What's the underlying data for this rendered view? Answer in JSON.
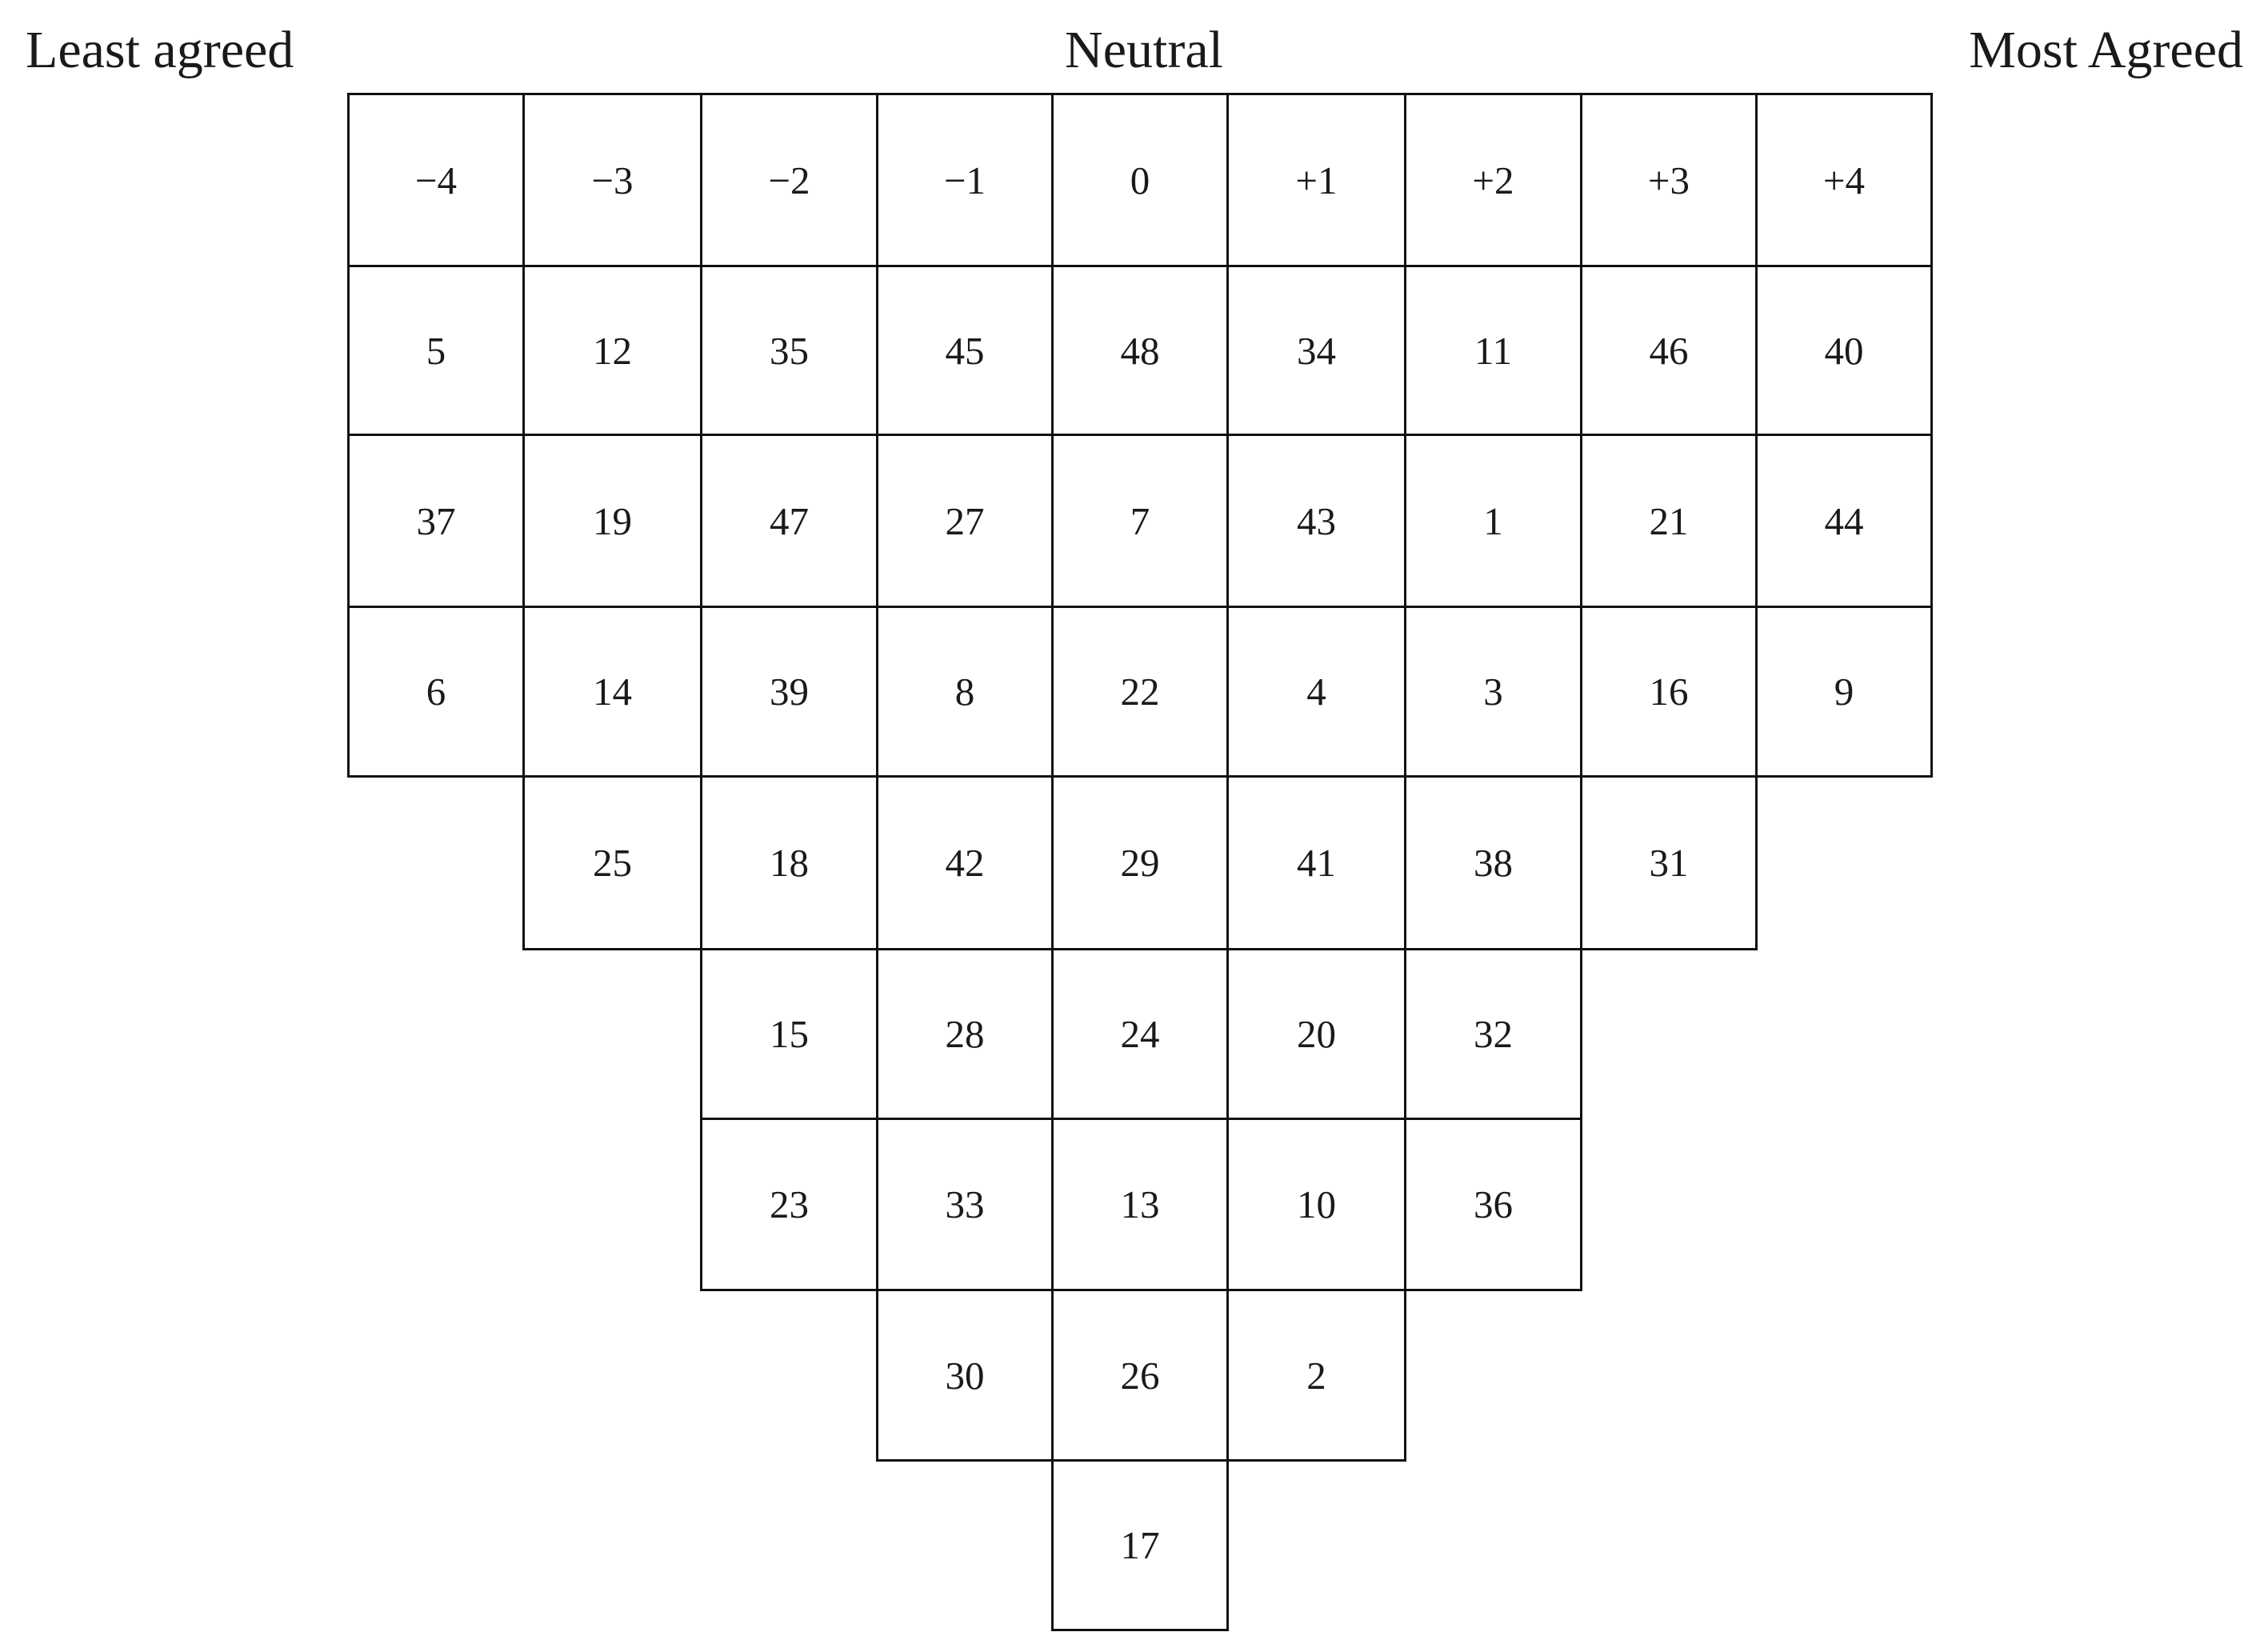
{
  "labels": {
    "least": "Least agreed",
    "neutral": "Neutral",
    "most": "Most Agreed"
  },
  "columns": [
    {
      "score": "−4",
      "items": [
        "5",
        "37",
        "6"
      ]
    },
    {
      "score": "−3",
      "items": [
        "12",
        "19",
        "14",
        "25"
      ]
    },
    {
      "score": "−2",
      "items": [
        "35",
        "47",
        "39",
        "18",
        "15",
        "23"
      ]
    },
    {
      "score": "−1",
      "items": [
        "45",
        "27",
        "8",
        "42",
        "28",
        "33",
        "30"
      ]
    },
    {
      "score": "0",
      "items": [
        "48",
        "7",
        "22",
        "29",
        "24",
        "13",
        "26",
        "17"
      ]
    },
    {
      "score": "+1",
      "items": [
        "34",
        "43",
        "4",
        "41",
        "20",
        "10",
        "2"
      ]
    },
    {
      "score": "+2",
      "items": [
        "11",
        "1",
        "3",
        "38",
        "32",
        "36"
      ]
    },
    {
      "score": "+3",
      "items": [
        "46",
        "21",
        "16",
        "31"
      ]
    },
    {
      "score": "+4",
      "items": [
        "40",
        "44",
        "9"
      ]
    }
  ]
}
